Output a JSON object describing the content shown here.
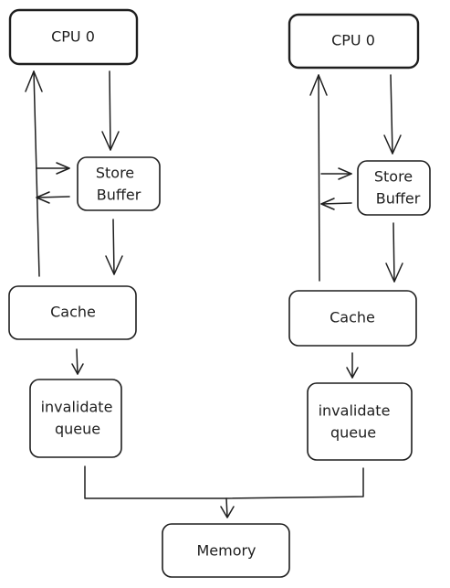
{
  "left": {
    "cpu": "CPU 0",
    "store_buffer": [
      "Store",
      "Buffer"
    ],
    "cache": "Cache",
    "invalidate_queue": [
      "invalidate",
      "queue"
    ]
  },
  "right": {
    "cpu": "CPU 0",
    "store_buffer": [
      "Store",
      "Buffer"
    ],
    "cache": "Cache",
    "invalidate_queue": [
      "invalidate",
      "queue"
    ]
  },
  "memory": "Memory",
  "colors": {
    "stroke": "#1e1e1e",
    "background": "#ffffff"
  }
}
